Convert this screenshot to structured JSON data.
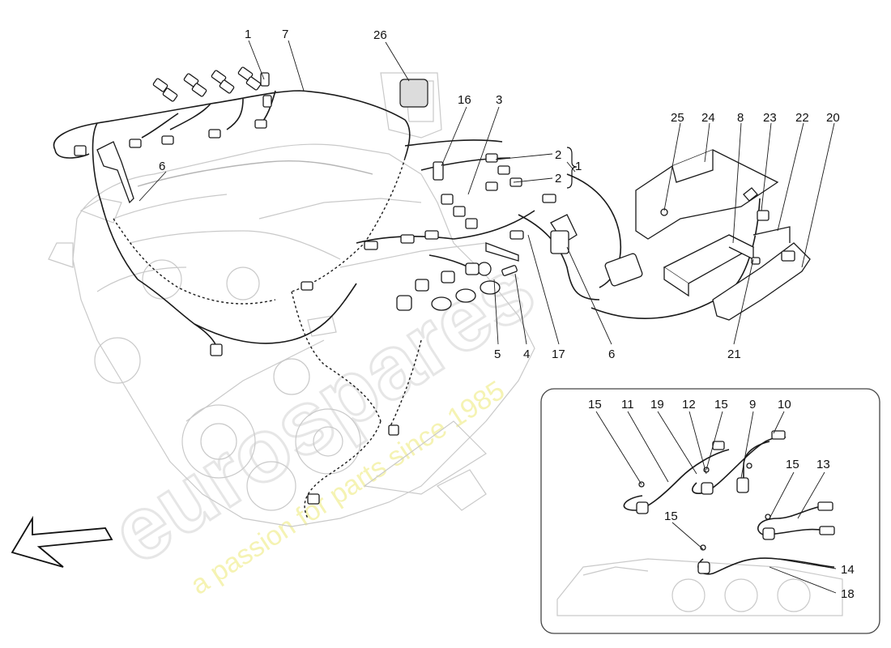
{
  "watermark": {
    "logo": "eurospares",
    "tagline": "a passion for parts since 1985"
  },
  "callouts_main": {
    "c1": "1",
    "c7": "7",
    "c26": "26",
    "c16": "16",
    "c3": "3",
    "c6a": "6",
    "c2a": "2",
    "c2b": "2",
    "c1b": "1",
    "c25": "25",
    "c24": "24",
    "c8": "8",
    "c23": "23",
    "c22": "22",
    "c20": "20",
    "c5": "5",
    "c4": "4",
    "c17": "17",
    "c6b": "6",
    "c21": "21"
  },
  "callouts_inset": {
    "c15a": "15",
    "c11": "11",
    "c19": "19",
    "c12": "12",
    "c15b": "15",
    "c9": "9",
    "c10": "10",
    "c15c": "15",
    "c13": "13",
    "c15d": "15",
    "c14": "14",
    "c18": "18"
  },
  "colors": {
    "linework": "#1a1a1a",
    "engine_ghost": "#c9c9c9",
    "watermark_text": "#f2ef9a",
    "watermark_logo": "#e4e4e4"
  }
}
